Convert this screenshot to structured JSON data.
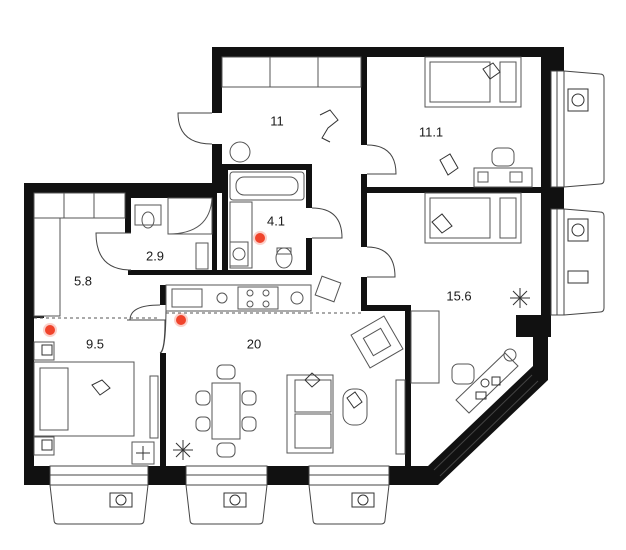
{
  "rooms": {
    "hall": {
      "area": "11"
    },
    "bedroom_top": {
      "area": "11.1"
    },
    "bathroom": {
      "area": "4.1"
    },
    "wc": {
      "area": "2.9"
    },
    "entry": {
      "area": "5.8"
    },
    "bedroom_left": {
      "area": "9.5"
    },
    "living_kitchen": {
      "area": "20"
    },
    "bedroom_right": {
      "area": "15.6"
    }
  },
  "colors": {
    "wall": "#111111",
    "line": "#444444",
    "marker": "#f0442c",
    "background": "#ffffff"
  },
  "icons": [
    "bath-icon",
    "toilet-icon",
    "sink-icon",
    "shower-icon",
    "stove-icon",
    "bed-icon",
    "sofa-icon",
    "armchair-icon",
    "dining-table-icon",
    "plant-icon",
    "ac-unit-icon",
    "desk-icon",
    "wardrobe-icon",
    "washing-machine-icon"
  ]
}
